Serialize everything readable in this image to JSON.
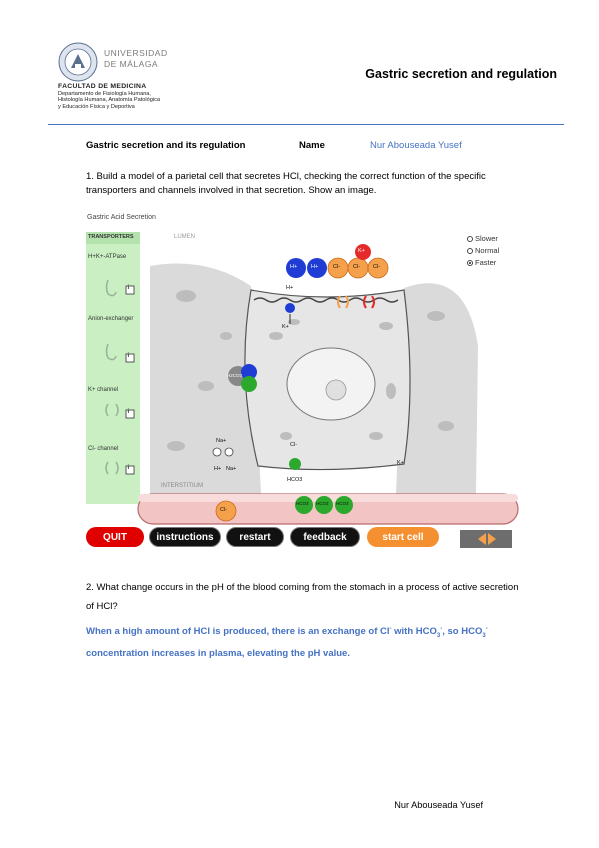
{
  "header": {
    "university_line1": "UNIVERSIDAD",
    "university_line2": "DE MÁLAGA",
    "faculty": "FACULTAD DE MEDICINA",
    "department_line1": "Departamento de Fisiología Humana,",
    "department_line2": "Histología Humana, Anatomía Patológica",
    "department_line3": "y Educación Física y Deportiva",
    "doc_title": "Gastric secretion and regulation"
  },
  "fields": {
    "topic_label": "Gastric secretion and its regulation",
    "name_label": "Name",
    "student_name": "Nur Abouseada Yusef"
  },
  "question1": "1.  Build a model of a parietal cell that secretes HCl, checking the correct function of the specific transporters and channels involved in that secretion. Show an image.",
  "figure": {
    "title": "Gastric Acid Secretion",
    "sidebar_header": "TRANSPORTERS",
    "transporters": [
      "H+K+-ATPase",
      "Anion-exchanger",
      "K+ channel",
      "Cl- channel"
    ],
    "info_glyph": "i",
    "lumen": "LUMEN",
    "interstitium": "INTERSTITIUM",
    "speed_options": [
      "Slower",
      "Normal",
      "Faster"
    ],
    "speed_selected": "Faster",
    "ion_h": "H+",
    "ion_cl": "Cl-",
    "ion_k": "K+",
    "ion_na": "Na+",
    "ion_hco3": "HCO3",
    "ion_h2co3": "H2CO3",
    "buttons": {
      "quit": "QUIT",
      "instructions": "instructions",
      "restart": "restart",
      "feedback": "feedback",
      "start": "start cell"
    },
    "colors": {
      "sidebar": "#c9efc3",
      "hydrogen": "#1f3cd4",
      "chloride": "#f5a04a",
      "bicarbonate": "#2ca82c",
      "potassium": "#e62a2a",
      "quit": "#e10000",
      "start": "#f59030"
    }
  },
  "question2": "2.  What change occurs in the pH of the blood coming from the stomach in a process of active secretion of HCl?",
  "answer": {
    "p1": "When a high amount of HCl is produced, there is an exchange of Cl",
    "sup_minus": "-",
    "p2": " with HCO",
    "sub3": "3",
    "p3": ", so HCO",
    "p4": " concentration increases in plasma, elevating the pH value."
  },
  "footer_name": "Nur Abouseada Yusef"
}
